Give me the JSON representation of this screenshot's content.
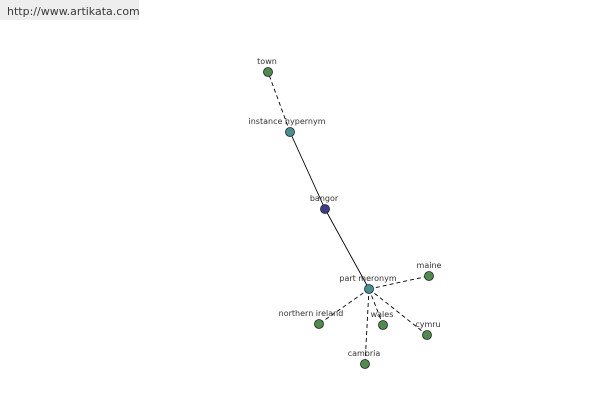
{
  "header": {
    "url": "http://www.artikata.com"
  },
  "graph": {
    "nodes": [
      {
        "id": "town",
        "label": "town",
        "kind": "leaf"
      },
      {
        "id": "instance-hypernym",
        "label": "instance hypernym",
        "kind": "relation"
      },
      {
        "id": "bangor",
        "label": "bangor",
        "kind": "center"
      },
      {
        "id": "part-meronym",
        "label": "part meronym",
        "kind": "relation"
      },
      {
        "id": "maine",
        "label": "maine",
        "kind": "leaf"
      },
      {
        "id": "northern-ireland",
        "label": "northern ireland",
        "kind": "leaf"
      },
      {
        "id": "wales",
        "label": "wales",
        "kind": "leaf"
      },
      {
        "id": "cymru",
        "label": "cymru",
        "kind": "leaf"
      },
      {
        "id": "cambria",
        "label": "cambria",
        "kind": "leaf"
      }
    ],
    "edges": [
      {
        "from": "instance-hypernym",
        "to": "town",
        "style": "dashed"
      },
      {
        "from": "bangor",
        "to": "instance-hypernym",
        "style": "solid"
      },
      {
        "from": "bangor",
        "to": "part-meronym",
        "style": "solid"
      },
      {
        "from": "part-meronym",
        "to": "maine",
        "style": "dashed"
      },
      {
        "from": "part-meronym",
        "to": "northern-ireland",
        "style": "dashed"
      },
      {
        "from": "part-meronym",
        "to": "wales",
        "style": "dashed"
      },
      {
        "from": "part-meronym",
        "to": "cymru",
        "style": "dashed"
      },
      {
        "from": "part-meronym",
        "to": "cambria",
        "style": "dashed"
      }
    ],
    "colors": {
      "leaf": "#4f8a4f",
      "relation": "#4a8f8f",
      "center": "#3c3c8c",
      "edge": "#000000"
    }
  }
}
